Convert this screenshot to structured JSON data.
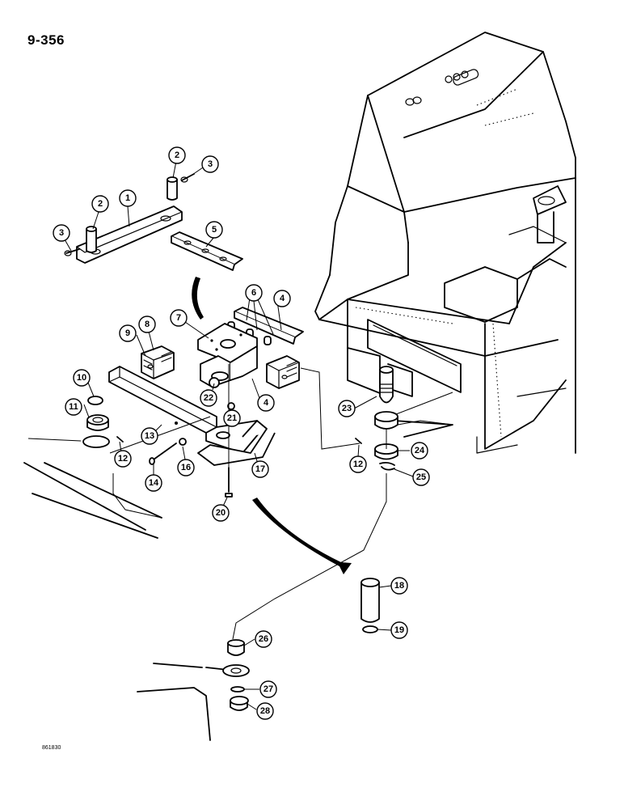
{
  "page_number": "9-356",
  "figure_code": "861830",
  "callouts": [
    {
      "label": "1"
    },
    {
      "label": "2"
    },
    {
      "label": "2"
    },
    {
      "label": "3"
    },
    {
      "label": "3"
    },
    {
      "label": "5"
    },
    {
      "label": "6"
    },
    {
      "label": "4"
    },
    {
      "label": "7"
    },
    {
      "label": "8"
    },
    {
      "label": "9"
    },
    {
      "label": "10"
    },
    {
      "label": "11"
    },
    {
      "label": "22"
    },
    {
      "label": "4"
    },
    {
      "label": "21"
    },
    {
      "label": "13"
    },
    {
      "label": "12"
    },
    {
      "label": "14"
    },
    {
      "label": "16"
    },
    {
      "label": "17"
    },
    {
      "label": "20"
    },
    {
      "label": "23"
    },
    {
      "label": "12"
    },
    {
      "label": "24"
    },
    {
      "label": "25"
    },
    {
      "label": "18"
    },
    {
      "label": "19"
    },
    {
      "label": "26"
    },
    {
      "label": "27"
    },
    {
      "label": "28"
    }
  ]
}
